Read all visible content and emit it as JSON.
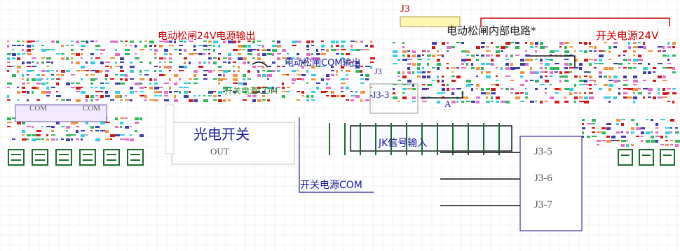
{
  "labels": {
    "j3_header": "J3",
    "motor_brake_internal": "电动松闸内部电路*",
    "switch_psu_24v": "开关电源24V",
    "motor_brake_24v_out": "电动松闸24V电源输出",
    "motor_brake_com_out": "电动松闸COM输出",
    "switch_com_upper": "开关电源COM",
    "j3_3": "J3-3",
    "a_mark": "A",
    "optical_switch": "光电开关",
    "out_label": "OUT",
    "jk_input": "JK信号输入",
    "switch_com_lower": "开关电源COM",
    "j3_5": "J3-5",
    "j3_6": "J3-6",
    "j3_7": "J3-7",
    "j3_left_top": "J3",
    "com_left": "COM",
    "com_right": "COM"
  },
  "colors": {
    "red_wire": "#cc0000",
    "blue_text": "#1a1a99",
    "frame_purple": "#4a2a9a",
    "header_yellow": "#fff6b0",
    "stripe_orange": "#ee8a2a",
    "stripe_green": "#19b04a",
    "stripe_cyan": "#20c8e0",
    "stripe_pink": "#e060c0"
  }
}
